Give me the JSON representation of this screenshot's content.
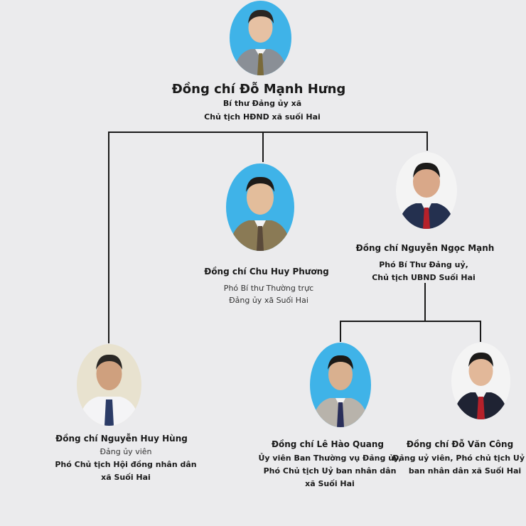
{
  "chart_data": {
    "type": "org-chart",
    "nodes": [
      {
        "id": "do-manh-hung",
        "name": "Đồng chí Đỗ Mạnh Hưng",
        "titles": [
          "Bí thư Đảng ủy xã",
          "Chủ tịch HĐND xã suối Hai"
        ],
        "parent": null
      },
      {
        "id": "nguyen-huy-hung",
        "name": "Đồng chí Nguyễn Huy Hùng",
        "titles": [
          "Đảng ủy viên",
          "Phó Chủ tịch Hội đồng nhân dân",
          "xã Suối Hai"
        ],
        "parent": "do-manh-hung"
      },
      {
        "id": "chu-huy-phuong",
        "name": "Đồng chí  Chu Huy Phương",
        "titles": [
          "Phó Bí thư Thường trực",
          "Đảng ủy xã  Suối Hai"
        ],
        "parent": "do-manh-hung"
      },
      {
        "id": "nguyen-ngoc-manh",
        "name": "Đồng chí Nguyễn Ngọc Mạnh",
        "titles": [
          "Phó Bí Thư  Đảng uỷ,",
          "Chủ tịch UBND Suối Hai"
        ],
        "parent": "do-manh-hung"
      },
      {
        "id": "le-hao-quang",
        "name": "Đồng chí  Lê Hào Quang",
        "titles": [
          "Ủy viên Ban Thường vụ Đảng ủy,",
          "Phó Chủ tịch Uỷ ban nhân dân",
          "xã Suối Hai"
        ],
        "parent": "nguyen-ngoc-manh"
      },
      {
        "id": "do-van-cong",
        "name": "Đồng chí Đỗ Văn Công",
        "titles": [
          "Đảng uỷ viên, Phó chủ tịch Uỷ",
          "ban nhân dân  xã Suối Hai"
        ],
        "parent": "nguyen-ngoc-manh"
      }
    ]
  },
  "colors": {
    "background": "#ebebed",
    "portrait_blue": "#3fb3e8",
    "portrait_beige": "#e8e2cf",
    "portrait_white": "#f4f4f4",
    "connector": "#1a1a1a"
  },
  "icons": {
    "portrait": "person-portrait-icon"
  }
}
